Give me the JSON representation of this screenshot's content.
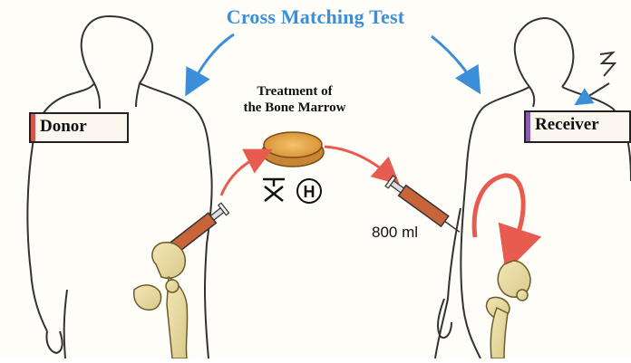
{
  "title": "Cross Matching Test",
  "donor_label": "Donor",
  "receiver_label": "Receiver",
  "treatment_line1": "Treatment of",
  "treatment_line2": "the Bone Marrow",
  "volume_label": "800 ml",
  "hospital_symbol": "H",
  "colors": {
    "title": "#3a8fd6",
    "arrows": "#e85b4f",
    "blue_arrows": "#3b8ed8",
    "syringe_barrel": "#c8643a",
    "dish": "#e3a24a"
  }
}
